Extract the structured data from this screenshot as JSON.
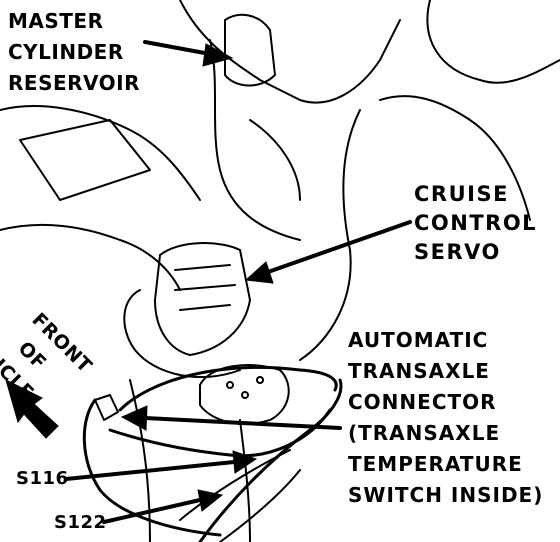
{
  "labels": {
    "master_cylinder": [
      "MASTER",
      "CYLINDER",
      "RESERVOIR"
    ],
    "cruise_servo": [
      "CRUISE",
      "CONTROL",
      "SERVO"
    ],
    "front_of_vehicle": [
      "FRONT",
      "OF",
      "VEHICLE"
    ],
    "transaxle_connector": [
      "AUTOMATIC",
      "TRANSAXLE",
      "CONNECTOR",
      "(TRANSAXLE",
      "TEMPERATURE",
      "SWITCH INSIDE)"
    ],
    "splice_s116": "S116",
    "splice_s122": "S122"
  },
  "colors": {
    "ink": "#000000",
    "paper": "#ffffff"
  }
}
